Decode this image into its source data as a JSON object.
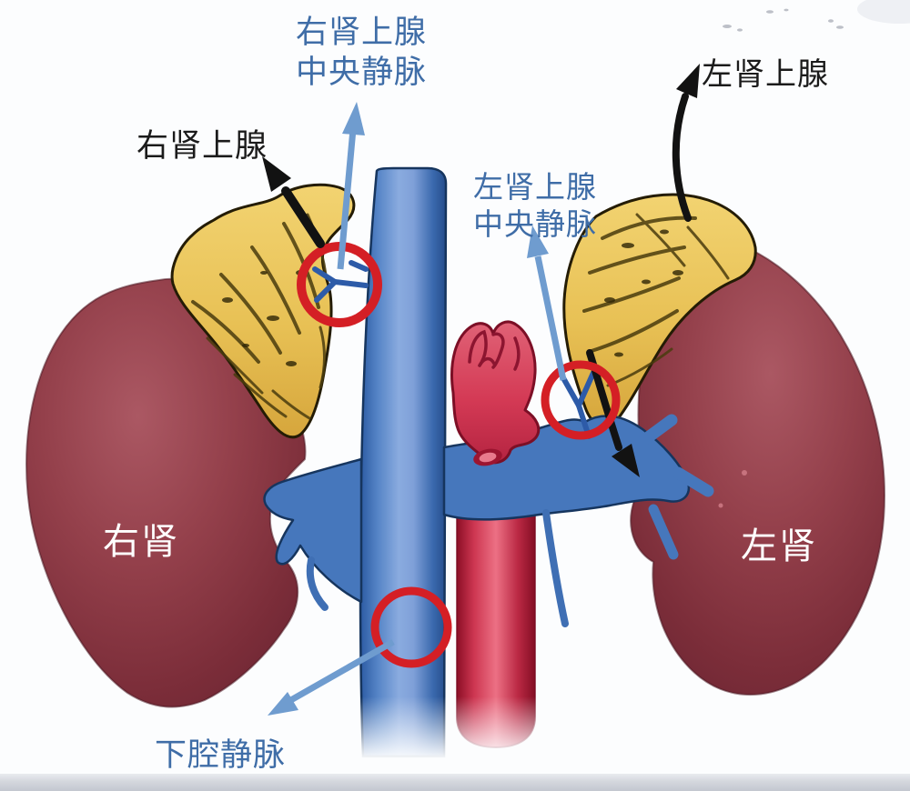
{
  "labels": {
    "right_adrenal_central_vein": {
      "line1": "右肾上腺",
      "line2": "中央静脉"
    },
    "right_adrenal_gland": "右肾上腺",
    "left_adrenal_gland": "左肾上腺",
    "left_adrenal_central_vein": {
      "line1": "左肾上腺",
      "line2": "中央静脉"
    },
    "right_kidney": "右肾",
    "left_kidney": "左肾",
    "inferior_vena_cava": "下腔静脉"
  },
  "colors": {
    "kidney_red": "#94404b",
    "adrenal_yellow": "#e8c155",
    "vein_blue": "#4677bc",
    "artery_red": "#d43a55",
    "highlight_circle_red": "#d41f25",
    "annotation_arrow_blue": "#6f9ccf",
    "annotation_arrow_black": "#121212",
    "label_blue": "#3f6da7",
    "label_black": "#1b1b1b",
    "label_white": "#ffffff"
  }
}
